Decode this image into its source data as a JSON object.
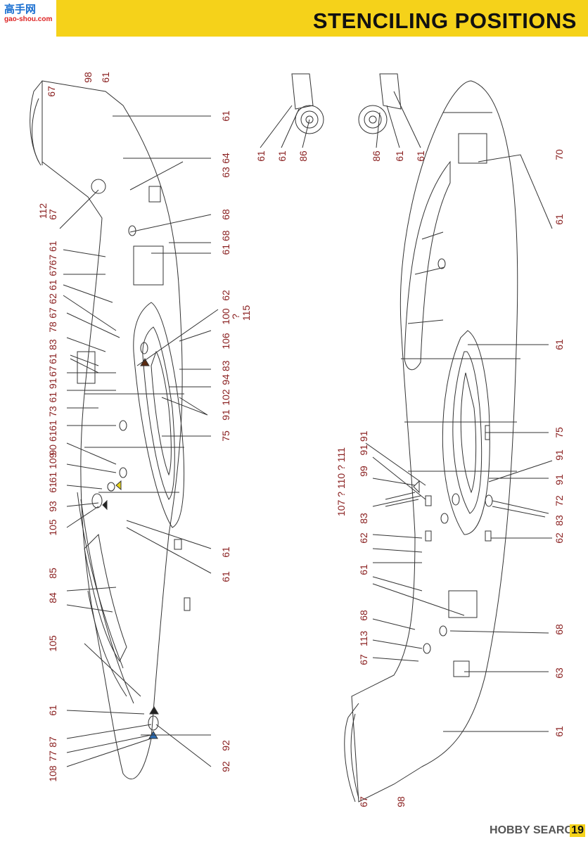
{
  "header": {
    "title": "STENCILING POSITIONS",
    "watermark_cn": "高手网",
    "watermark_url": "gao-shou.com"
  },
  "left_view": {
    "top_left_labels": [
      "67",
      "98",
      "61"
    ],
    "right_labels": [
      "61",
      "64",
      "63",
      "68",
      "61 68",
      "62",
      "100",
      "?",
      "115",
      "106",
      "94 83",
      "102",
      "91",
      "75",
      "61",
      "61",
      "92",
      "92"
    ],
    "left_labels": [
      "112",
      "67",
      "67 61",
      "67",
      "62 61",
      "67",
      "78",
      "83",
      "61",
      "67",
      "61 91",
      "73",
      "61",
      "90 61",
      "61 109",
      "61",
      "93",
      "105",
      "85",
      "84",
      "105",
      "61",
      "87",
      "77",
      "108"
    ]
  },
  "gear": {
    "left_labels": [
      "61",
      "61",
      "86"
    ],
    "right_labels": [
      "86",
      "61",
      "61"
    ]
  },
  "right_view": {
    "right_labels": [
      "70",
      "61",
      "61",
      "75",
      "91",
      "91",
      "72",
      "83",
      "62",
      "68",
      "63",
      "61"
    ],
    "left_labels": [
      "107 ? 110 ? 111",
      "91 91",
      "99",
      "83",
      "62",
      "61",
      "68",
      "113",
      "67",
      "67",
      "98"
    ]
  },
  "footer": {
    "brand": "HOBBY SEARC",
    "page_number": "19"
  }
}
